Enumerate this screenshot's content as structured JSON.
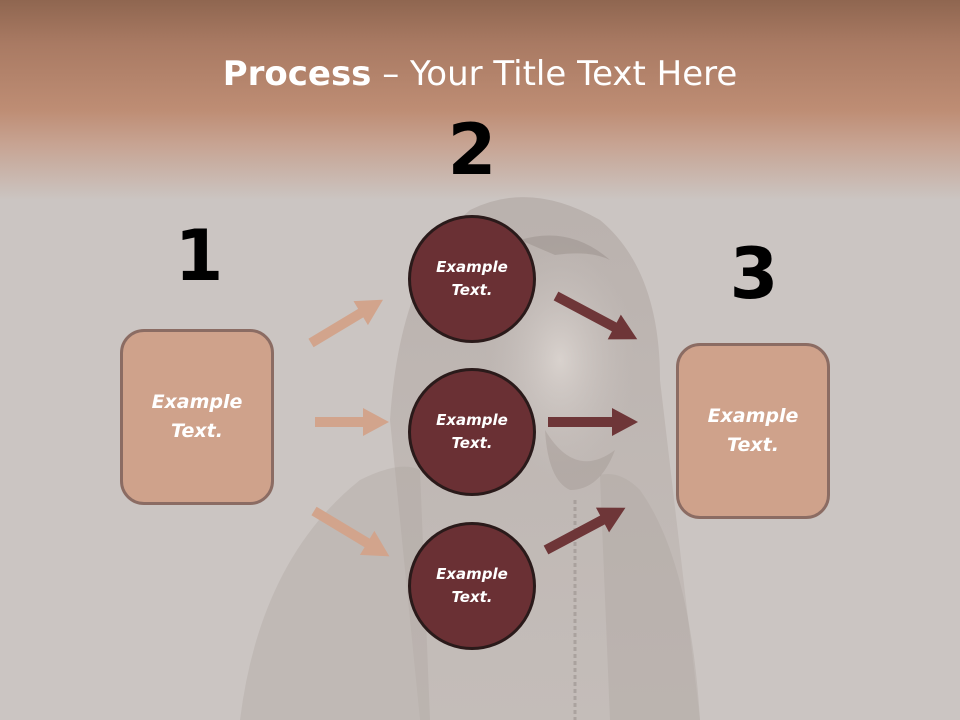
{
  "title": {
    "strong": "Process",
    "rest": " – Your Title Text Here"
  },
  "steps": {
    "one": "1",
    "two": "2",
    "three": "3"
  },
  "left_box": "Example Text.",
  "right_box": "Example Text.",
  "circles": [
    "Example Text.",
    "Example Text.",
    "Example Text."
  ],
  "colors": {
    "header_top": "#8f6650",
    "header_mid": "#be8d74",
    "background": "#cbc5c2",
    "box_fill": "#cfa28b",
    "box_border": "#8b6c63",
    "circle_fill": "#6a3034",
    "circle_border": "#2a1a1a",
    "left_arrow": "#d2a48c",
    "right_arrow": "#6e3638"
  }
}
